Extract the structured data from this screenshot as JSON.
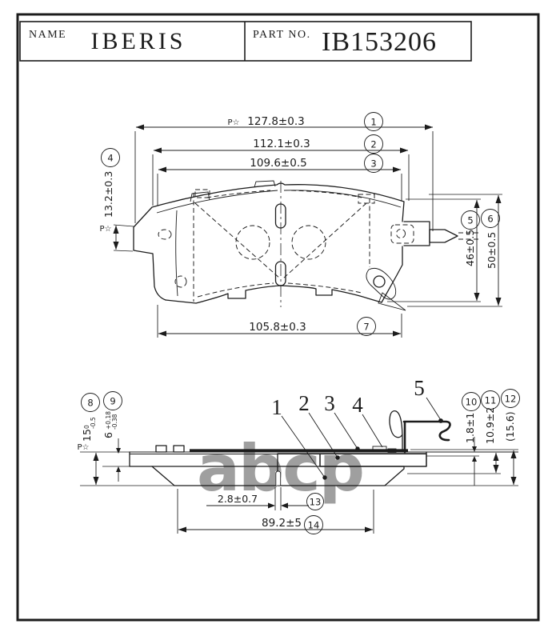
{
  "page": {
    "ink": "#1c1c1c",
    "background": "#ffffff"
  },
  "title_block": {
    "name_label": "NAME",
    "name_value": "IBERIS",
    "part_label": "PART NO.",
    "part_value": "IB153206"
  },
  "watermark": {
    "text": "abcp",
    "color": "#9a9a9a"
  },
  "top_view": {
    "dims": {
      "d1": {
        "no": "1",
        "prefix": "P☆",
        "value": "127.8±0.3"
      },
      "d2": {
        "no": "2",
        "value": "112.1±0.3"
      },
      "d3": {
        "no": "3",
        "value": "109.6±0.5"
      },
      "d4": {
        "no": "4",
        "prefix": "P☆",
        "value": "13.2±0.3"
      },
      "d5": {
        "no": "5",
        "value": "46±0.5"
      },
      "d6": {
        "no": "6",
        "value": "50±0.5"
      },
      "d7": {
        "no": "7",
        "value": "105.8±0.3"
      }
    }
  },
  "side_view": {
    "dims": {
      "d8": {
        "no": "8",
        "prefix": "P☆",
        "value": "15",
        "tol_up": "0",
        "tol_dn": "-0.5"
      },
      "d9": {
        "no": "9",
        "value": "6",
        "tol_up": "+0.18",
        "tol_dn": "-0.38"
      },
      "d10": {
        "no": "10",
        "value": "1.8±1"
      },
      "d11": {
        "no": "11",
        "value": "10.9±2"
      },
      "d12": {
        "no": "12",
        "value": "(15.6)"
      },
      "d13": {
        "no": "13",
        "value": "2.8±0.7"
      },
      "d14": {
        "no": "14",
        "value": "89.2±5"
      }
    },
    "callouts": {
      "c1": "1",
      "c2": "2",
      "c3": "3",
      "c4": "4",
      "c5": "5"
    }
  }
}
